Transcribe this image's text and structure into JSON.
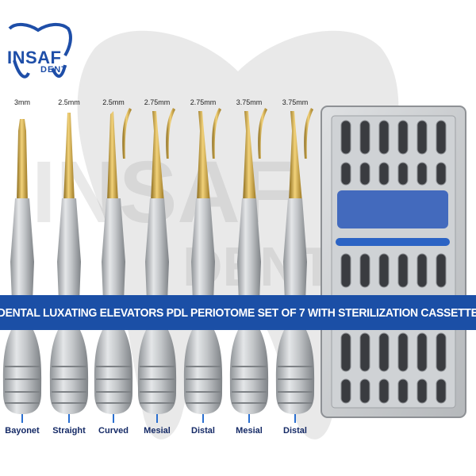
{
  "brand": {
    "name": "INSAF",
    "sub": "DENT",
    "watermark_main": "INSAF",
    "watermark_sub": "DENT"
  },
  "banner": {
    "text": "DENTAL LUXATING ELEVATORS PDL PERIOTOME SET OF 7 WITH STERILIZATION CASSETTE"
  },
  "instruments": [
    {
      "size": "3mm",
      "name": "Bayonet",
      "tip": "bayonet"
    },
    {
      "size": "2.5mm",
      "name": "Straight",
      "tip": "straight"
    },
    {
      "size": "2.5mm",
      "name": "Curved",
      "tip": "curved"
    },
    {
      "size": "2.75mm",
      "name": "Mesial",
      "tip": "angled"
    },
    {
      "size": "2.75mm",
      "name": "Distal",
      "tip": "angled"
    },
    {
      "size": "3.75mm",
      "name": "Mesial",
      "tip": "angled"
    },
    {
      "size": "3.75mm",
      "name": "Distal",
      "tip": "angled"
    }
  ],
  "colors": {
    "brand_blue": "#1b4fa6",
    "gold": "#c8a23a",
    "steel": "#b9bcc0",
    "cassette_blue": "#2a58b8"
  }
}
